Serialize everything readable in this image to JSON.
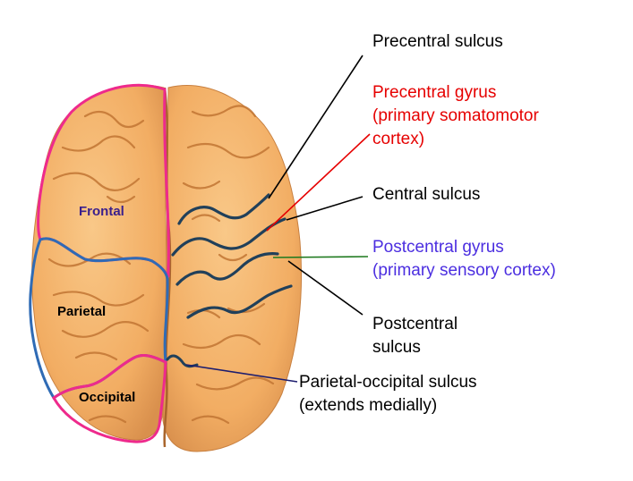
{
  "colors": {
    "black": "#000000",
    "red": "#e60000",
    "blue": "#4b2ee0",
    "green": "#1f7a1f",
    "navy": "#1d1d6e",
    "magenta": "#ee2a8c",
    "lobe_blue": "#2f6bb5",
    "sulcus": "#21405a",
    "brain_fill": "#f6b56d",
    "brain_shade": "#d8934f",
    "frontal_text": "#3a1f8c"
  },
  "icons": {
    "brain": "brain-illustration-icon"
  },
  "lobes": {
    "frontal": "Frontal",
    "parietal": "Parietal",
    "occipital": "Occipital"
  },
  "labels": {
    "precentral_sulcus": "Precentral sulcus",
    "precentral_gyrus_1": "Precentral gyrus",
    "precentral_gyrus_2": "(primary somatomotor",
    "precentral_gyrus_3": "cortex)",
    "central_sulcus": "Central sulcus",
    "postcentral_gyrus_1": "Postcentral gyrus",
    "postcentral_gyrus_2": "(primary sensory cortex)",
    "postcentral_sulcus_1": "Postcentral",
    "postcentral_sulcus_2": "sulcus",
    "parieto_occipital_1": "Parietal-occipital sulcus",
    "parieto_occipital_2": "(extends medially)"
  }
}
